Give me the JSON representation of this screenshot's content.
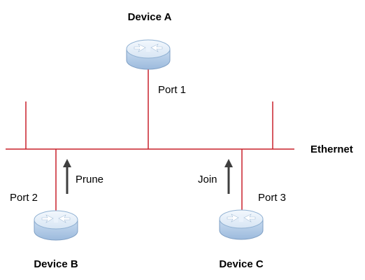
{
  "devices": {
    "a": {
      "label": "Device A"
    },
    "b": {
      "label": "Device B"
    },
    "c": {
      "label": "Device C"
    }
  },
  "ports": {
    "port1": "Port 1",
    "port2": "Port 2",
    "port3": "Port 3"
  },
  "network": {
    "label": "Ethernet"
  },
  "messages": {
    "prune": "Prune",
    "join": "Join"
  },
  "colors": {
    "link": "#c8202a",
    "arrow": "#3f3f3f",
    "router_body": "#b3cde8",
    "router_top": "#e4eef8",
    "router_edge": "#7f9fc4"
  },
  "icons": {
    "router": "router-icon",
    "arrow": "up-arrow-icon"
  }
}
